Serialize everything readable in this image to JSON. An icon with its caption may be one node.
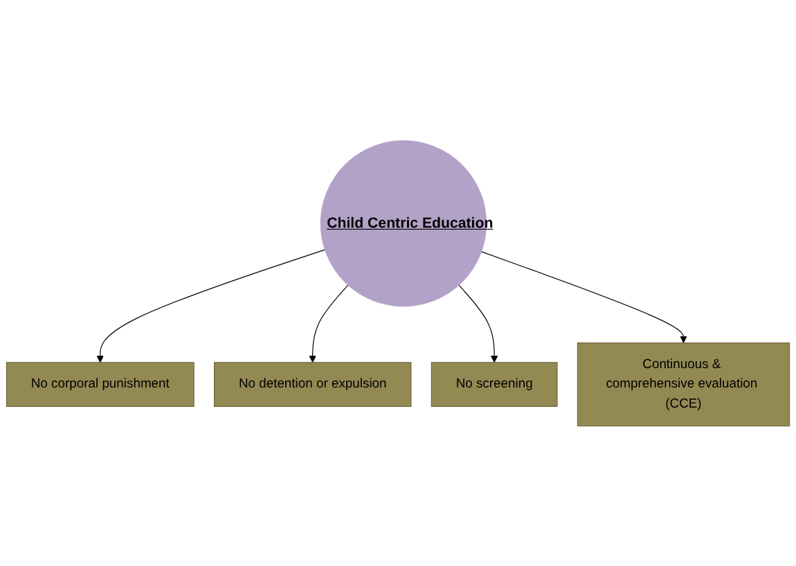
{
  "diagram": {
    "nodes": [
      {
        "text": [
          "No corporal punishment"
        ]
      },
      {
        "text": [
          "No detention or expulsion"
        ]
      },
      {
        "text": [
          "Child Centric Education"
        ]
      },
      {
        "text": [
          "No screening"
        ]
      },
      {
        "text": [
          "Continuous & comprehensive evaluation (CCE)"
        ]
      }
    ],
    "edges": [
      {
        "from": 2,
        "to": 0,
        "arrow": "to"
      },
      {
        "from": 2,
        "to": 1,
        "arrow": "to"
      },
      {
        "from": 2,
        "to": 3,
        "arrow": "to"
      },
      {
        "from": 2,
        "to": 4,
        "arrow": "to"
      }
    ]
  }
}
